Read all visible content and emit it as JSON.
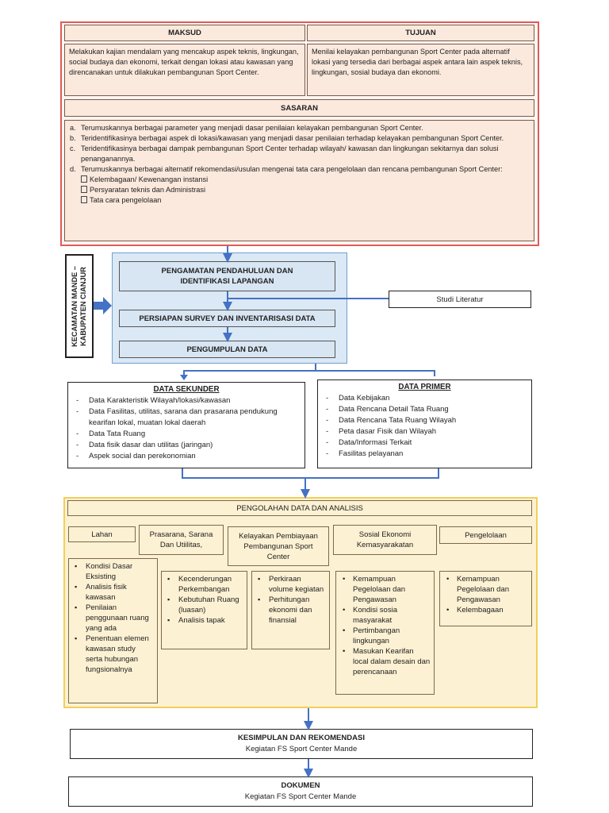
{
  "top": {
    "maksud": {
      "title": "MAKSUD",
      "text": "Melakukan kajian mendalam yang mencakup aspek teknis, lingkungan, social budaya dan ekonomi, terkait dengan lokasi atau kawasan yang direncanakan untuk dilakukan pembangunan Sport Center."
    },
    "tujuan": {
      "title": "TUJUAN",
      "text": "Menilai kelayakan pembangunan Sport Center pada alternatif lokasi yang tersedia dari berbagai aspek antara lain aspek teknis, lingkungan, sosial budaya dan ekonomi."
    },
    "sasaran": {
      "title": "SASARAN",
      "items": [
        {
          "marker": "a.",
          "text": "Terumuskannya berbagai parameter yang menjadi dasar penilaian kelayakan pembangunan Sport Center."
        },
        {
          "marker": "b.",
          "text": "Teridentifikasinya berbagai aspek di lokasi/kawasan yang menjadi dasar penilaian terhadap kelayakan pembangunan Sport Center."
        },
        {
          "marker": "c.",
          "text": "Teridentifikasinya berbagai dampak pembangunan Sport Center terhadap wilayah/ kawasan dan lingkungan sekitarnya dan solusi penanganannya."
        },
        {
          "marker": "d.",
          "text": "Terumuskannya berbagai alternatif rekomendasi/usulan mengenai tata cara pengelolaan dan rencana pembangunan Sport Center:"
        }
      ],
      "subitems": [
        "Kelembagaan/ Kewenangan instansi",
        "Persyaratan teknis dan Administrasi",
        "Tata cara pengelolaan"
      ]
    }
  },
  "location_label": "KECAMATAN MANDE – KABUPATEN CIANJUR",
  "process": {
    "step1": "PENGAMATAN PENDAHULUAN DAN IDENTIFIKASI LAPANGAN",
    "step2": "PERSIAPAN SURVEY DAN INVENTARISASI DATA",
    "step3": "PENGUMPULAN DATA",
    "side": "Studi Literatur"
  },
  "data_sekunder": {
    "title": "DATA SEKUNDER",
    "items": [
      "Data Karakteristik Wilayah/lokasi/kawasan",
      "Data Fasilitas, utilitas, sarana dan prasarana pendukung kearifan lokal, muatan lokal daerah",
      "Data Tata Ruang",
      "Data fisik dasar dan utilitas (jaringan)",
      "Aspek social dan perekonomian"
    ]
  },
  "data_primer": {
    "title": "DATA PRIMER",
    "items": [
      "Data Kebijakan",
      "Data Rencana Detail Tata Ruang",
      "Data Rencana Tata Ruang Wilayah",
      "Peta dasar Fisik dan Wilayah",
      "Data/Informasi Terkait",
      "Fasilitas pelayanan"
    ]
  },
  "analysis": {
    "title": "PENGOLAHAN DATA DAN ANALISIS",
    "columns": [
      {
        "header": "Lahan",
        "items": [
          "Kondisi Dasar Eksisting",
          "Analisis fisik kawasan",
          "Penilaian penggunaan ruang yang ada",
          "Penentuan elemen kawasan study serta hubungan fungsionalnya"
        ]
      },
      {
        "header": "Prasarana, Sarana Dan Utiilitas,",
        "items": [
          "Kecenderungan Perkembangan",
          "Kebutuhan Ruang (luasan)",
          "Analisis tapak"
        ]
      },
      {
        "header": "Kelayakan Pembiayaan Pembangunan Sport Center",
        "items": [
          "Perkiraan volume kegiatan",
          "Perhitungan ekonomi dan finansial"
        ]
      },
      {
        "header": "Sosial Ekonomi Kemasyarakatan",
        "items": [
          "Kemampuan Pegelolaan dan Pengawasan",
          "Kondisi sosia masyarakat",
          "Pertimbangan lingkungan",
          "Masukan Kearifan local dalam desain dan perencanaan"
        ]
      },
      {
        "header": "Pengelolaan",
        "items": [
          "Kemampuan Pegelolaan dan Pengawasan",
          "Kelembagaan"
        ]
      }
    ]
  },
  "kesimpulan": {
    "title": "KESIMPULAN DAN REKOMENDASI",
    "subtitle": "Kegiatan FS Sport Center Mande"
  },
  "dokumen": {
    "title": "DOKUMEN",
    "subtitle": "Kegiatan FS Sport Center Mande"
  },
  "colors": {
    "arrow": "#4472c4",
    "red_frame": "#e15a5a",
    "yellow_frame": "#f2cf5a"
  }
}
